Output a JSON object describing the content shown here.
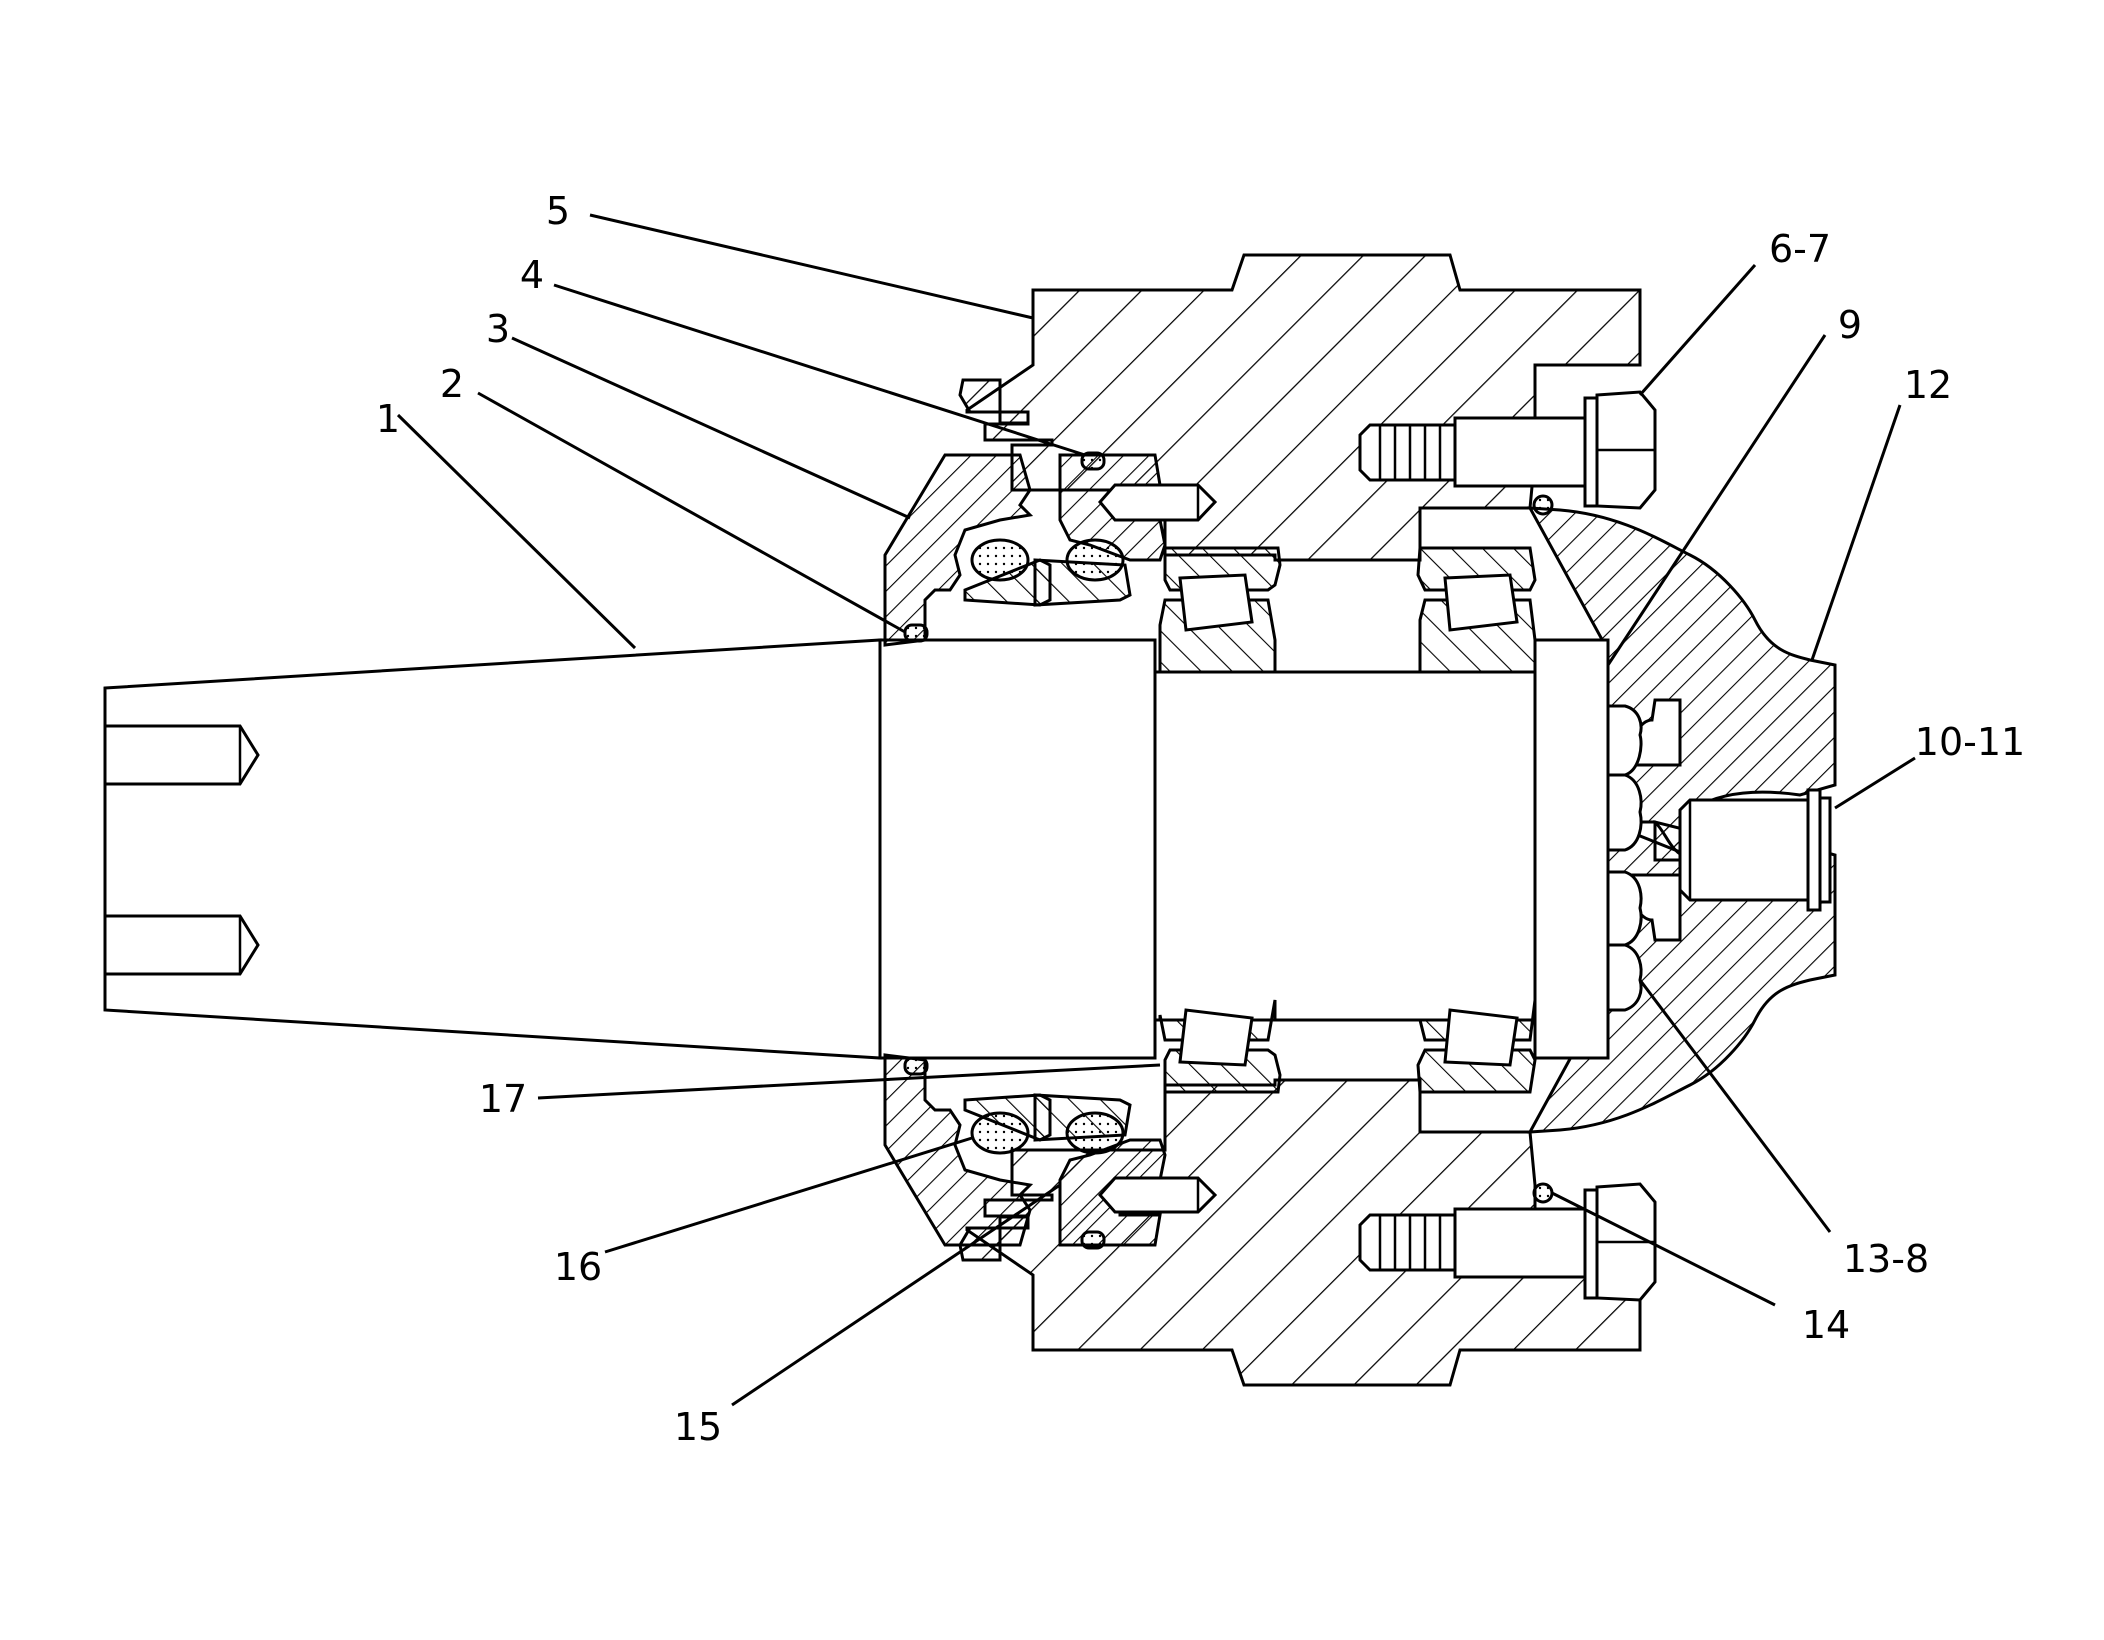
{
  "diagram": {
    "type": "mechanical-cross-section",
    "callouts": [
      {
        "id": "c1",
        "label": "1"
      },
      {
        "id": "c2",
        "label": "2"
      },
      {
        "id": "c3",
        "label": "3"
      },
      {
        "id": "c4",
        "label": "4"
      },
      {
        "id": "c5",
        "label": "5"
      },
      {
        "id": "c67",
        "label": "6-7"
      },
      {
        "id": "c9",
        "label": "9"
      },
      {
        "id": "c12",
        "label": "12"
      },
      {
        "id": "c1011",
        "label": "10-11"
      },
      {
        "id": "c138",
        "label": "13-8"
      },
      {
        "id": "c14",
        "label": "14"
      },
      {
        "id": "c15",
        "label": "15"
      },
      {
        "id": "c16",
        "label": "16"
      },
      {
        "id": "c17",
        "label": "17"
      }
    ]
  }
}
